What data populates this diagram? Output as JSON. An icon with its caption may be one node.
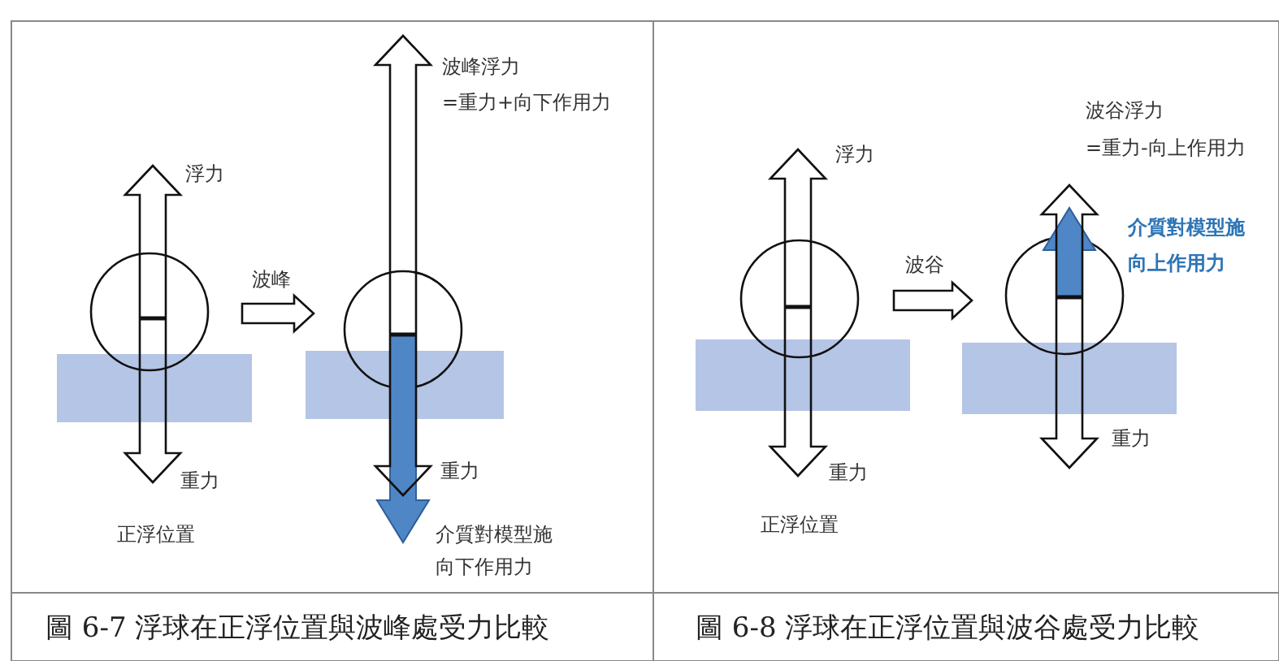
{
  "diagram": {
    "labels": [
      "波峰浮力",
      "=重力+向下作用力",
      "浮力",
      "波峰",
      "重力",
      "重力",
      "正浮位置",
      "介質對模型施",
      "向下作用力",
      "圖 6-7 浮球在正浮位置與波峰處受力比較",
      "波谷浮力",
      "=重力-向上作用力",
      "浮力",
      "介質對模型施",
      "向上作用力",
      "波谷",
      "重力",
      "重力",
      "正浮位置",
      "圖 6-8 浮球在正浮位置與波谷處受力比較"
    ]
  }
}
